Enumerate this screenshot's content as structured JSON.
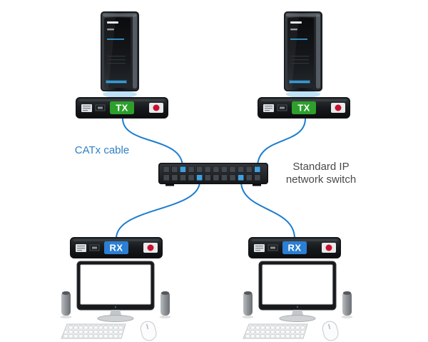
{
  "diagram": {
    "labels": {
      "catx_cable": "CATx cable",
      "switch_line1": "Standard IP",
      "switch_line2": "network switch"
    },
    "devices": {
      "tx_label": "TX",
      "rx_label": "RX",
      "server_count": 2,
      "transmitter_count": 2,
      "receiver_count": 2,
      "workstation_count": 2
    },
    "switch": {
      "ports_per_row": 12,
      "rows": 2
    },
    "colors": {
      "cable": "#1d7dd0",
      "tx_badge": "#2da02c",
      "rx_badge": "#2b7fd4",
      "catx_label": "#2f7fc4",
      "switch_label": "#4a4a4a",
      "active_port": "#3f9fe0",
      "led_blue": "#35a7e8"
    }
  }
}
